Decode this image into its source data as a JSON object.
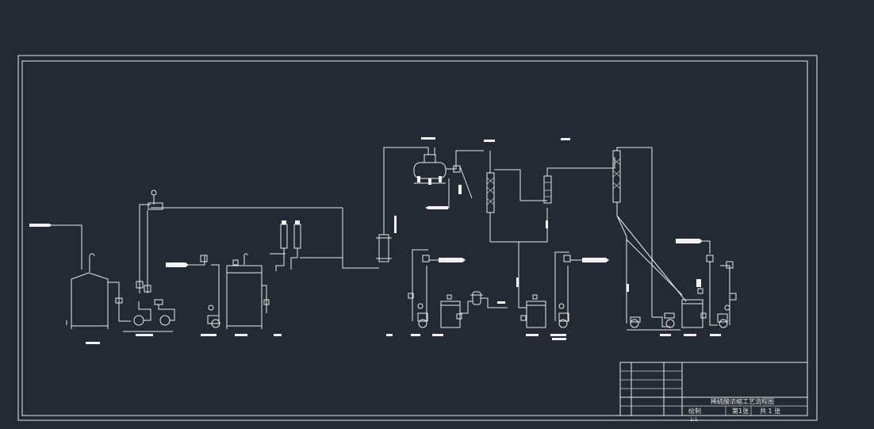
{
  "title_block": {
    "drawing_title": "稀硫酸浓缩工艺流程图",
    "label_draw": "绘制",
    "label_sheet": "第1张",
    "label_total": "共 1 张",
    "scale": "1:1"
  },
  "colors": {
    "background": "#232a33",
    "line": "#e8e8e8"
  }
}
